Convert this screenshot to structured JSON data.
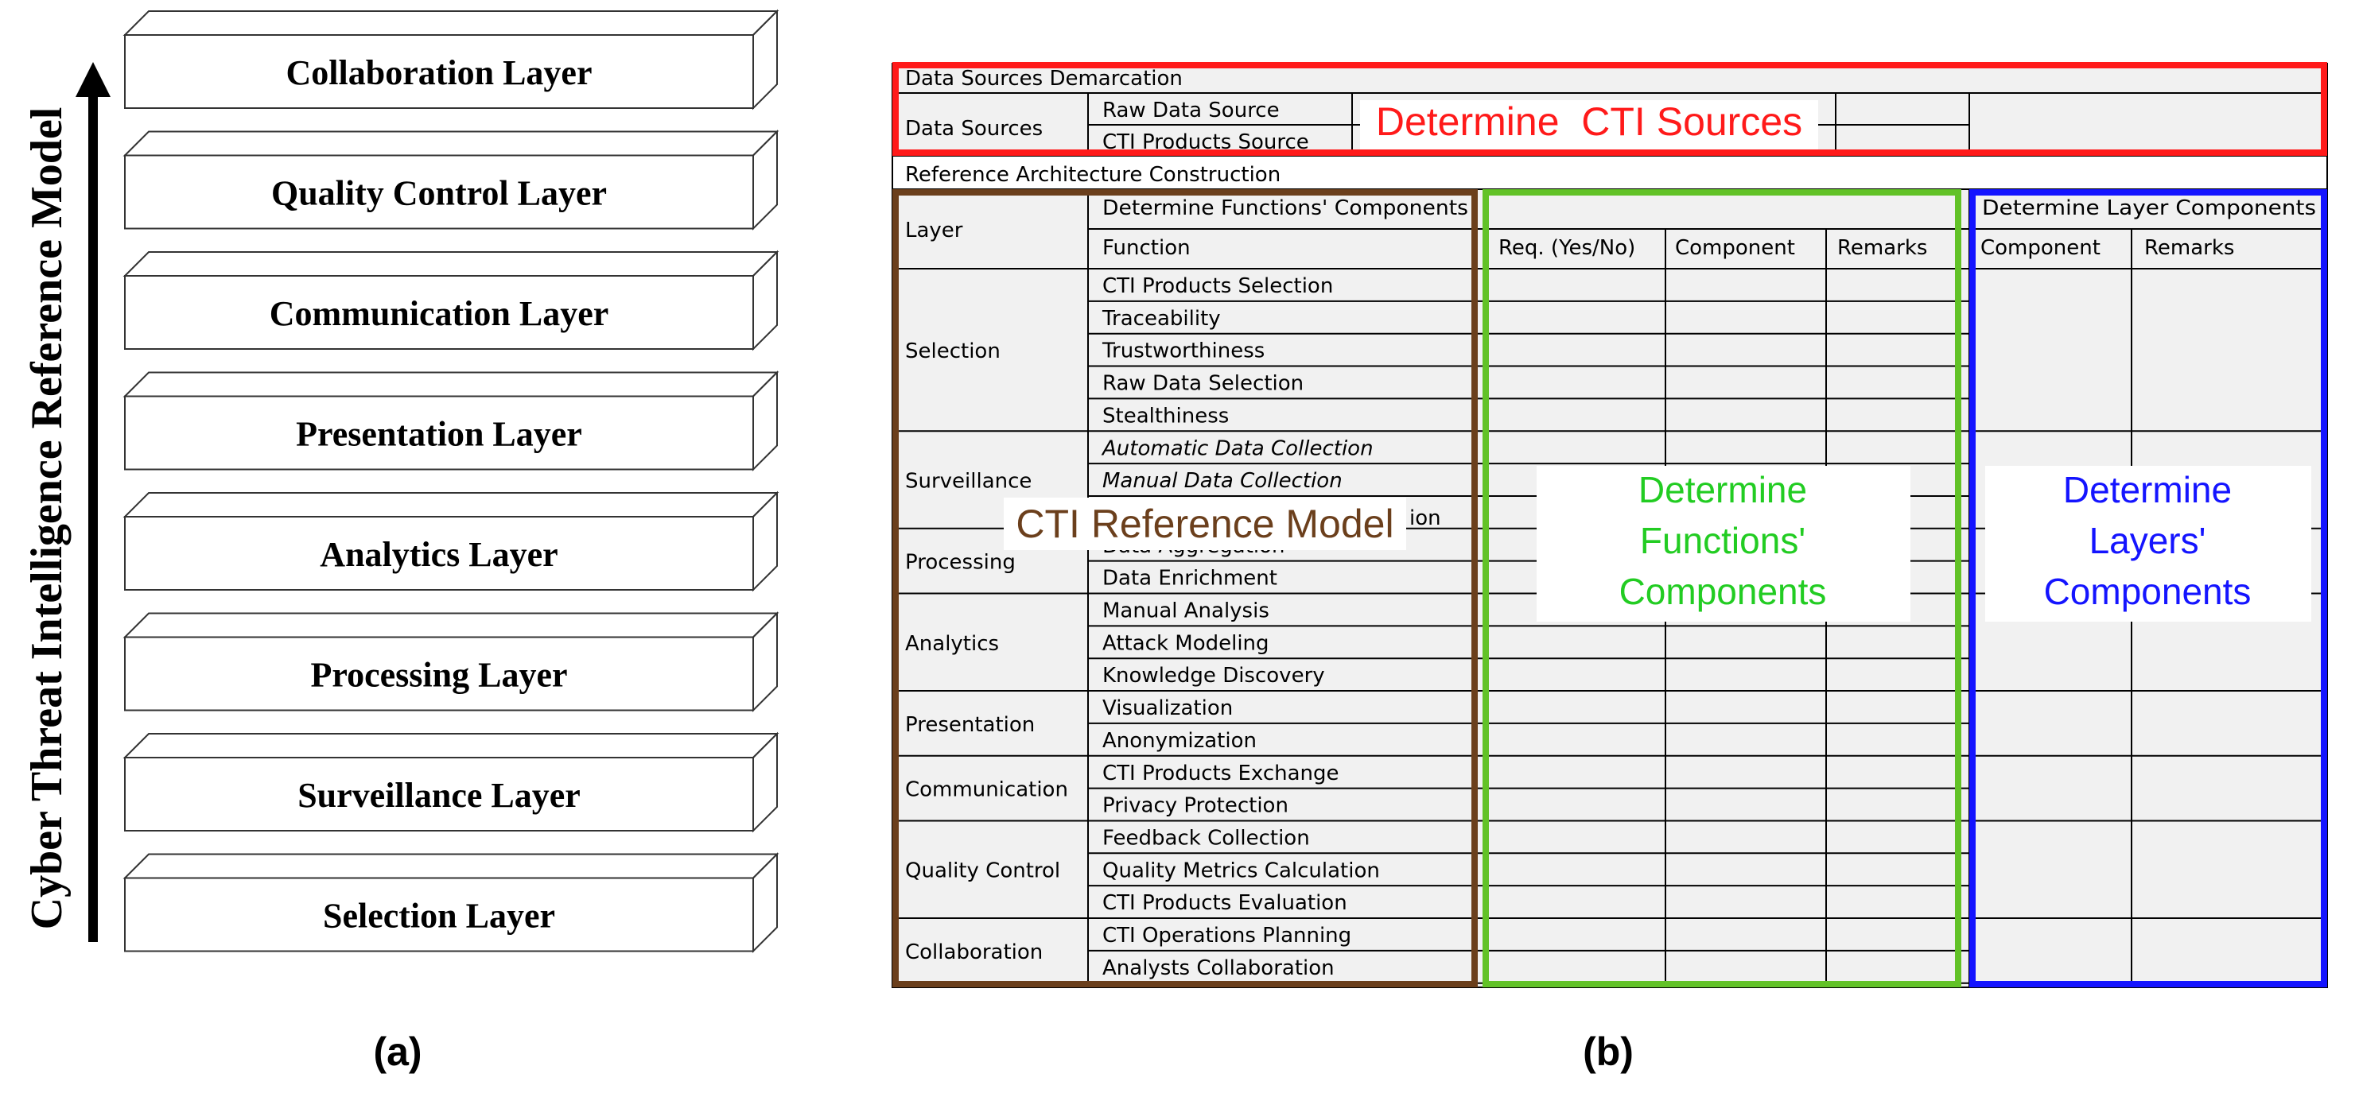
{
  "panel_a": {
    "axis_label": "Cyber Threat Intelligence Reference Model",
    "layers": [
      "Collaboration Layer",
      "Quality Control Layer",
      "Communication Layer",
      "Presentation Layer",
      "Analytics Layer",
      "Processing Layer",
      "Surveillance Layer",
      "Selection Layer"
    ],
    "caption": "(a)"
  },
  "panel_b": {
    "caption": "(b)",
    "data_sources_demarcation": "Data Sources Demarcation",
    "data_sources_label": "Data Sources",
    "data_sources": [
      "Raw Data Source",
      "CTI Products Source"
    ],
    "reference_architecture": "Reference Architecture Construction",
    "layer_header": "Layer",
    "function_header": "Function",
    "determine_functions_components": "Determine Functions' Components",
    "determine_layer_components": "Determine Layer Components",
    "req_header": "Req. (Yes/No)",
    "component_header": "Component",
    "remarks_header": "Remarks",
    "component_header_2": "Component",
    "remarks_header_2": "Remarks",
    "layer_groups": [
      {
        "layer": "Selection",
        "functions": [
          "CTI Products Selection",
          "Traceability",
          "Trustworthiness",
          "Raw Data Selection",
          "Stealthiness"
        ]
      },
      {
        "layer": "Surveillance",
        "functions": [
          "Automatic Data Collection",
          "Manual Data Collection",
          "ion"
        ]
      },
      {
        "layer": "Processing",
        "functions": [
          "Data Aggregation",
          "Data Enrichment"
        ]
      },
      {
        "layer": "Analytics",
        "functions": [
          "Manual Analysis",
          "Attack Modeling",
          "Knowledge Discovery"
        ]
      },
      {
        "layer": "Presentation",
        "functions": [
          "Visualization",
          "Anonymization"
        ]
      },
      {
        "layer": "Communication",
        "functions": [
          "CTI Products Exchange",
          "Privacy Protection"
        ]
      },
      {
        "layer": "Quality Control",
        "functions": [
          "Feedback Collection",
          "Quality Metrics Calculation",
          "CTI Products Evaluation"
        ]
      },
      {
        "layer": "Collaboration",
        "functions": [
          "CTI Operations Planning",
          "Analysts Collaboration"
        ]
      }
    ],
    "overlays": {
      "sources": "Determine  CTI Sources",
      "reference_model": "CTI Reference Model",
      "functions_components": [
        "Determine",
        "Functions'",
        "Components"
      ],
      "layers_components": [
        "Determine",
        "Layers'",
        "Components"
      ]
    },
    "colors": {
      "red": "#ff1a1a",
      "brown": "#6b3f1c",
      "green": "#62c227",
      "blue": "#1414ff",
      "table_fill": "#f1f1f1"
    }
  }
}
